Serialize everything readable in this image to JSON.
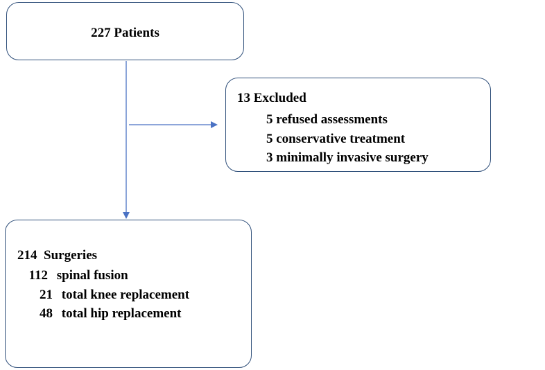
{
  "top_box": {
    "text": "227 Patients"
  },
  "excluded_box": {
    "heading": "13 Excluded",
    "items": [
      "5 refused assessments",
      "5 conservative treatment",
      "3 minimally invasive surgery"
    ]
  },
  "result_box": {
    "heading_count": "214",
    "heading_label": "Surgeries",
    "rows": [
      {
        "count": "112",
        "label": "spinal fusion"
      },
      {
        "count": "21",
        "label": "total knee replacement"
      },
      {
        "count": "48",
        "label": "total hip replacement"
      }
    ]
  },
  "colors": {
    "connector": "#4a72c4",
    "box_border": "#2f4f7a"
  }
}
